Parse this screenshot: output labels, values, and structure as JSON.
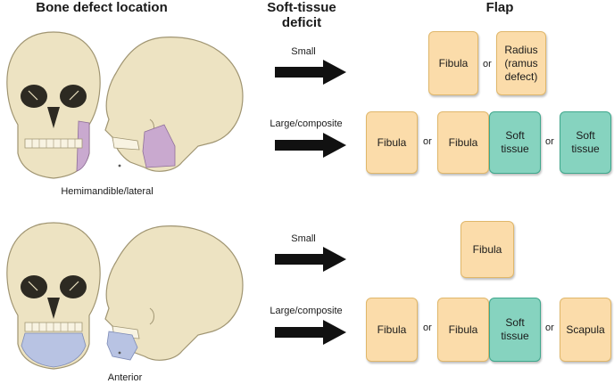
{
  "headers": {
    "bone": "Bone defect location",
    "soft": "Soft-tissue deficit",
    "flap": "Flap"
  },
  "captions": {
    "lateral": "Hemimandible/lateral",
    "anterior": "Anterior"
  },
  "rows": {
    "r1": {
      "small": "Small",
      "large": "Large/composite"
    },
    "r2": {
      "small": "Small",
      "large": "Large/composite"
    }
  },
  "flaps": {
    "r1_small": [
      "Fibula",
      "Radius (ramus defect)"
    ],
    "r1_large": [
      "Fibula",
      "Fibula",
      "Soft tissue",
      "Soft tissue"
    ],
    "r2_small": [
      "Fibula"
    ],
    "r2_large": [
      "Fibula",
      "Fibula",
      "Soft tissue",
      "Scapula"
    ]
  },
  "or_word": "or",
  "colors": {
    "bone_flap": "#fbdcaa",
    "soft_flap": "#86d3bf",
    "lateral_defect": "#c9a9cf",
    "anterior_defect": "#b8c3e3",
    "skull": "#ede3c2"
  },
  "icons": [
    "skull-front-icon",
    "skull-side-icon",
    "arrow-right-icon"
  ]
}
